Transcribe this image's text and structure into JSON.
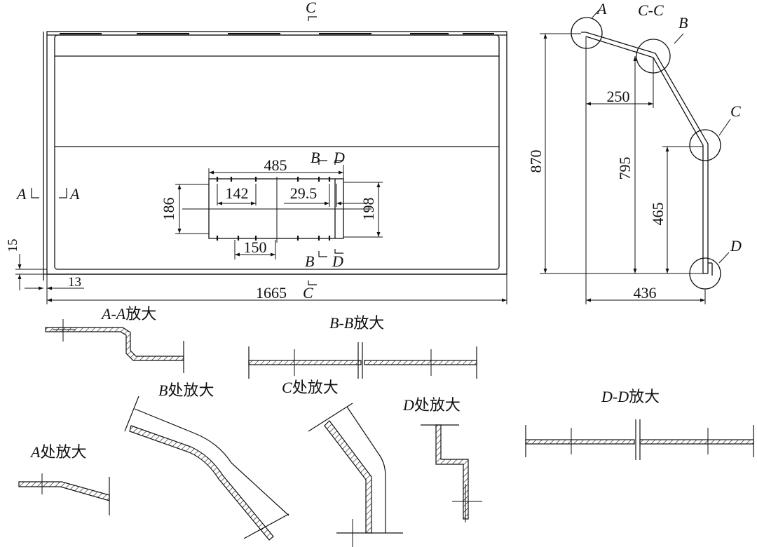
{
  "dimensions": {
    "d1665": "1665",
    "d13": "13",
    "d15": "15",
    "d485": "485",
    "d142": "142",
    "d29_5": "29.5",
    "d186": "186",
    "d198": "198",
    "d150": "150",
    "d870": "870",
    "d795": "795",
    "d465": "465",
    "d250": "250",
    "d436": "436"
  },
  "labels": {
    "sec_c": "C",
    "sec_a": "A",
    "sec_b": "B",
    "sec_d": "D",
    "cc": "C-C",
    "circ_a": "A",
    "circ_b": "B",
    "circ_c": "C",
    "circ_d": "D"
  },
  "captions": {
    "aa_l": "A-A",
    "bb_l": "B-B",
    "dd_l": "D-D",
    "a_l": "A",
    "b_l": "B",
    "c_l": "C",
    "d_l": "D",
    "enlarge": "放大",
    "at_enlarge": "处放大"
  }
}
